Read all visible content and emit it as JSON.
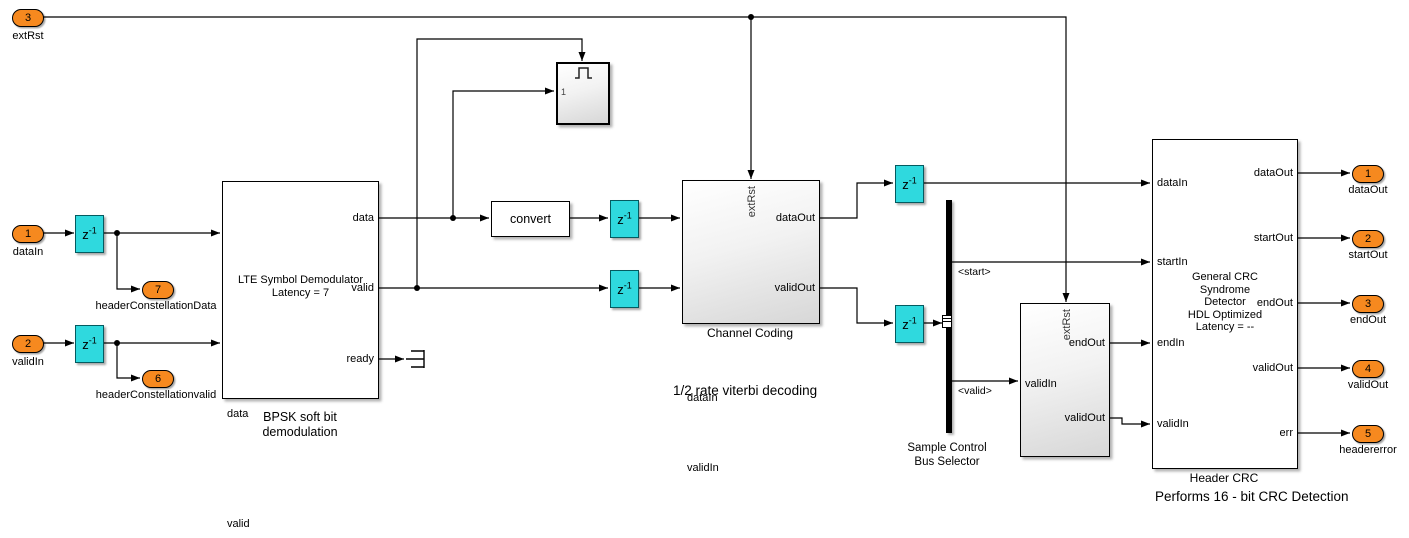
{
  "colors": {
    "port_fill": "#F6891F",
    "delay_fill": "#2FD9DE"
  },
  "delay": {
    "base": "z",
    "exp": "-1"
  },
  "ports": {
    "in_extRst": {
      "num": "3",
      "label": "extRst"
    },
    "in_dataIn": {
      "num": "1",
      "label": "dataIn"
    },
    "in_validIn": {
      "num": "2",
      "label": "validIn"
    },
    "out_headerConstellationData": {
      "num": "7",
      "label": "headerConstellationData"
    },
    "out_headerConstellationvalid": {
      "num": "6",
      "label": "headerConstellationvalid"
    },
    "out_dataOut": {
      "num": "1",
      "label": "dataOut"
    },
    "out_startOut": {
      "num": "2",
      "label": "startOut"
    },
    "out_endOut": {
      "num": "3",
      "label": "endOut"
    },
    "out_validOut": {
      "num": "4",
      "label": "validOut"
    },
    "out_headererror": {
      "num": "5",
      "label": "headererror"
    }
  },
  "demod": {
    "body_line1": "LTE Symbol Demodulator",
    "body_line2": "Latency = 7",
    "in_data": "data",
    "in_valid": "valid",
    "out_data": "data",
    "out_valid": "valid",
    "out_ready": "ready",
    "caption_line1": "BPSK soft bit",
    "caption_line2": "demodulation"
  },
  "convert": {
    "label": "convert"
  },
  "trigger": {
    "input_num": "1"
  },
  "channel_coding": {
    "top_port": "extRst",
    "in_dataIn": "dataIn",
    "in_validIn": "validIn",
    "out_dataOut": "dataOut",
    "out_validOut": "validOut",
    "caption": "Channel Coding",
    "annotation": "1/2 rate viterbi decoding"
  },
  "bus_selector": {
    "out_start": "<start>",
    "out_valid": "<valid>",
    "caption_line1": "Sample Control",
    "caption_line2": "Bus Selector"
  },
  "sync": {
    "top_port": "extRst",
    "in_validIn": "validIn",
    "out_endOut": "endOut",
    "out_validOut": "validOut"
  },
  "header_crc": {
    "in_dataIn": "dataIn",
    "in_startIn": "startIn",
    "in_endIn": "endIn",
    "in_validIn": "validIn",
    "out_dataOut": "dataOut",
    "out_startOut": "startOut",
    "out_endOut": "endOut",
    "out_validOut": "validOut",
    "out_err": "err",
    "body_line1": "General CRC",
    "body_line2": "Syndrome",
    "body_line3": "Detector",
    "body_line4": "HDL Optimized",
    "body_line5": "Latency = --",
    "caption": "Header CRC",
    "annotation": "Performs 16 - bit CRC Detection"
  }
}
